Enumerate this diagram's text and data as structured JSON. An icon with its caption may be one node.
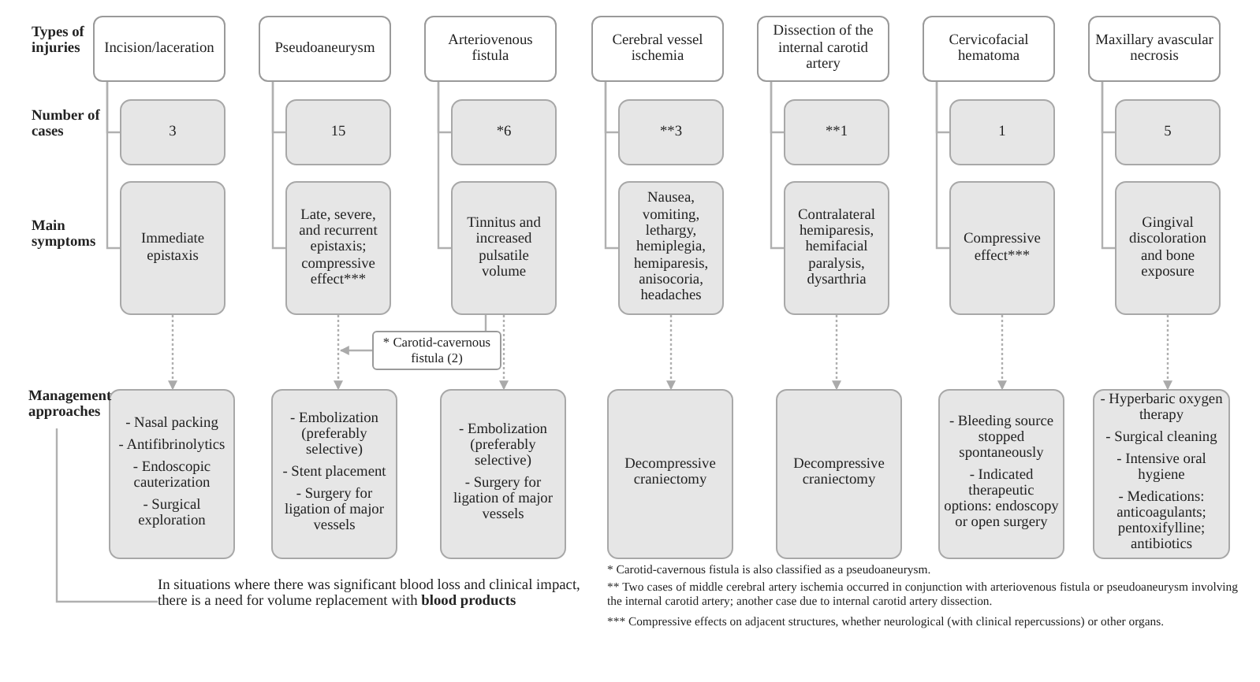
{
  "diagram": {
    "nodes": [
      {
        "text": [
          "Incision/laceration"
        ]
      },
      {
        "text": [
          "Pseudoaneurysm"
        ]
      },
      {
        "text": [
          "Arteriovenous fistula"
        ]
      },
      {
        "text": [
          "Cerebral vessel ischemia"
        ]
      },
      {
        "text": [
          "Dissection of the internal carotid artery"
        ]
      },
      {
        "text": [
          "Cervicofacial hematoma"
        ]
      },
      {
        "text": [
          "Maxillary avascular necrosis"
        ]
      },
      {
        "text": [
          "3"
        ]
      },
      {
        "text": [
          "15"
        ]
      },
      {
        "text": [
          "*6"
        ]
      },
      {
        "text": [
          "**3"
        ]
      },
      {
        "text": [
          "**1"
        ]
      },
      {
        "text": [
          "1"
        ]
      },
      {
        "text": [
          "5"
        ]
      },
      {
        "text": [
          "Immediate epistaxis"
        ]
      },
      {
        "text": [
          "Late, severe, and recurrent epistaxis; compressive effect***"
        ]
      },
      {
        "text": [
          "Tinnitus and increased pulsatile volume"
        ]
      },
      {
        "text": [
          "Nausea, vomiting, lethargy, hemiplegia, hemiparesis, anisocoria, headaches"
        ]
      },
      {
        "text": [
          "Contralateral hemiparesis, hemifacial paralysis, dysarthria"
        ]
      },
      {
        "text": [
          "Compressive effect***"
        ]
      },
      {
        "text": [
          "Gingival discoloration and bone exposure"
        ]
      },
      {
        "text": [
          "* Carotid-cavernous fistula (2)"
        ]
      },
      {
        "text": [
          "- Nasal packing",
          "- Antifibrinolytics",
          "- Endoscopic cauterization",
          "- Surgical exploration"
        ]
      },
      {
        "text": [
          "- Embolization (preferably selective)",
          "- Stent placement",
          "- Surgery for ligation of major vessels"
        ]
      },
      {
        "text": [
          "- Embolization (preferably selective)",
          "- Surgery for ligation of major vessels"
        ]
      },
      {
        "text": [
          "Decompressive craniectomy"
        ]
      },
      {
        "text": [
          "Decompressive craniectomy"
        ]
      },
      {
        "text": [
          "- Bleeding source stopped spontaneously",
          "- Indicated therapeutic options: endoscopy or open surgery"
        ]
      },
      {
        "text": [
          "- Hyperbaric oxygen therapy",
          "- Surgical cleaning",
          "- Intensive oral hygiene",
          "- Medications: anticoagulants; pentoxifylline; antibiotics"
        ]
      },
      {
        "text": [
          "Management approaches"
        ]
      },
      {
        "text": [
          "In situations where there was significant blood loss and clinical impact, there is a need for volume replacement with **blood products**"
        ]
      }
    ],
    "edges": [
      {
        "from": 0,
        "to": 7,
        "arrow": "none"
      },
      {
        "from": 0,
        "to": 14,
        "arrow": "none"
      },
      {
        "from": 1,
        "to": 8,
        "arrow": "none"
      },
      {
        "from": 1,
        "to": 15,
        "arrow": "none"
      },
      {
        "from": 2,
        "to": 9,
        "arrow": "none"
      },
      {
        "from": 2,
        "to": 16,
        "arrow": "none"
      },
      {
        "from": 3,
        "to": 10,
        "arrow": "none"
      },
      {
        "from": 3,
        "to": 17,
        "arrow": "none"
      },
      {
        "from": 4,
        "to": 11,
        "arrow": "none"
      },
      {
        "from": 4,
        "to": 18,
        "arrow": "none"
      },
      {
        "from": 5,
        "to": 12,
        "arrow": "none"
      },
      {
        "from": 5,
        "to": 19,
        "arrow": "none"
      },
      {
        "from": 6,
        "to": 13,
        "arrow": "none"
      },
      {
        "from": 6,
        "to": 20,
        "arrow": "none"
      },
      {
        "from": 14,
        "to": 22,
        "arrow": "to",
        "style": "dashed"
      },
      {
        "from": 15,
        "to": 23,
        "arrow": "to",
        "style": "dashed"
      },
      {
        "from": 16,
        "to": 24,
        "arrow": "to",
        "style": "dashed"
      },
      {
        "from": 17,
        "to": 25,
        "arrow": "to",
        "style": "dashed"
      },
      {
        "from": 18,
        "to": 26,
        "arrow": "to",
        "style": "dashed"
      },
      {
        "from": 19,
        "to": 27,
        "arrow": "to",
        "style": "dashed"
      },
      {
        "from": 20,
        "to": 28,
        "arrow": "to",
        "style": "dashed"
      },
      {
        "from": 16,
        "to": 21,
        "arrow": "none"
      },
      {
        "from": 21,
        "to": 23,
        "arrow": "to"
      },
      {
        "from": 29,
        "to": 30,
        "arrow": "none"
      }
    ],
    "labels": [
      "Types of injuries",
      "Number of cases",
      "Main symptoms",
      "* Carotid-cavernous fistula is also classified as a pseudoaneurysm.",
      "** Two cases of middle cerebral artery ischemia occurred in conjunction with arteriovenous fistula or pseudoaneurysm involving the internal carotid artery; another case due to internal carotid artery dissection.",
      "*** Compressive effects on adjacent structures, whether neurological (with clinical repercussions) or other organs."
    ]
  }
}
